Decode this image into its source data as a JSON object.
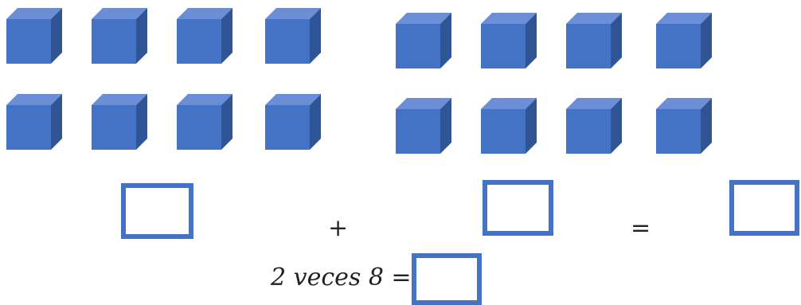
{
  "worksheet": {
    "left_group": {
      "rows": 2,
      "per_row": 4,
      "count": 8
    },
    "right_group": {
      "rows": 2,
      "per_row": 4,
      "count": 8
    },
    "plus_sign": "+",
    "equals_sign": "=",
    "phrase": "2 veces 8 ="
  },
  "colors": {
    "cube_front": "#4472c4",
    "cube_top": "#6b8ed6",
    "cube_side": "#2f5597",
    "box_border": "#4472c4"
  }
}
